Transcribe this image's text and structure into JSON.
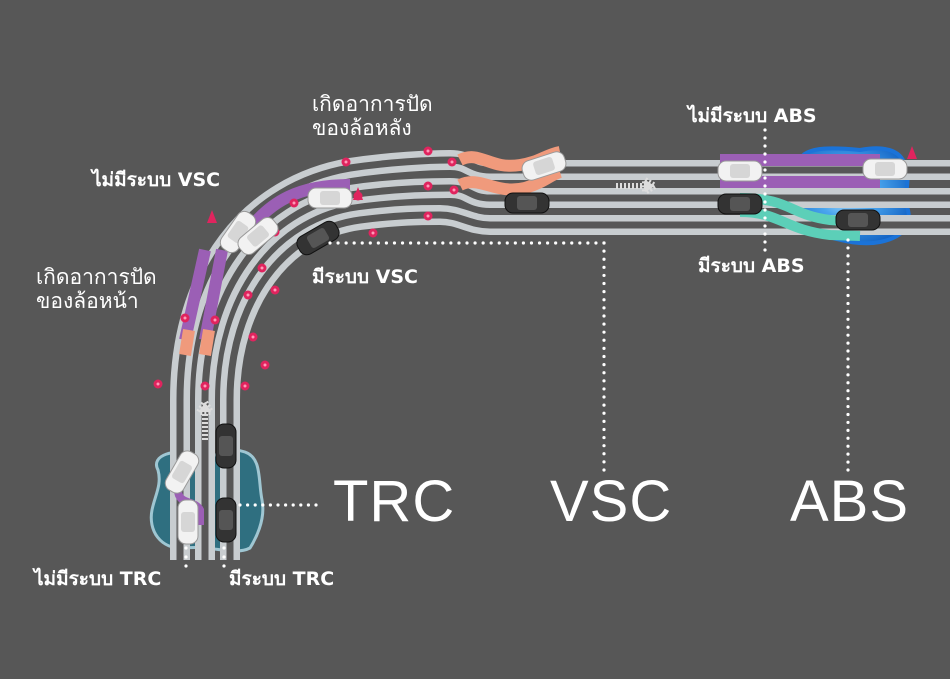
{
  "colors": {
    "background": "#575757",
    "road": "#c8cdd0",
    "road_gap": "#575757",
    "skid_purple": "#9b5fb5",
    "skid_orange": "#f09a7c",
    "abs_green": "#5ccfb8",
    "marker_red": "#e0245e",
    "water_blue": "#1e7fd6",
    "ice_teal": "#2f6f80",
    "text": "#ffffff"
  },
  "labels": {
    "understeer": {
      "line1": "เกิดอาการปัด",
      "line2": "ของล้อหน้า"
    },
    "oversteer": {
      "line1": "เกิดอาการปัด",
      "line2": "ของล้อหลัง"
    },
    "without_vsc": "ไม่มีระบบ VSC",
    "with_vsc": "มีระบบ VSC",
    "without_abs": "ไม่มีระบบ ABS",
    "with_abs": "มีระบบ ABS",
    "without_trc": "ไม่มีระบบ TRC",
    "with_trc": "มีระบบ TRC"
  },
  "systems": [
    {
      "id": "trc",
      "name": "TRC"
    },
    {
      "id": "vsc",
      "name": "VSC"
    },
    {
      "id": "abs",
      "name": "ABS"
    }
  ],
  "icons": [
    "car-white-icon",
    "car-dark-icon",
    "traffic-cone-icon",
    "direction-arrow-icon",
    "hazard-marker-icon"
  ]
}
